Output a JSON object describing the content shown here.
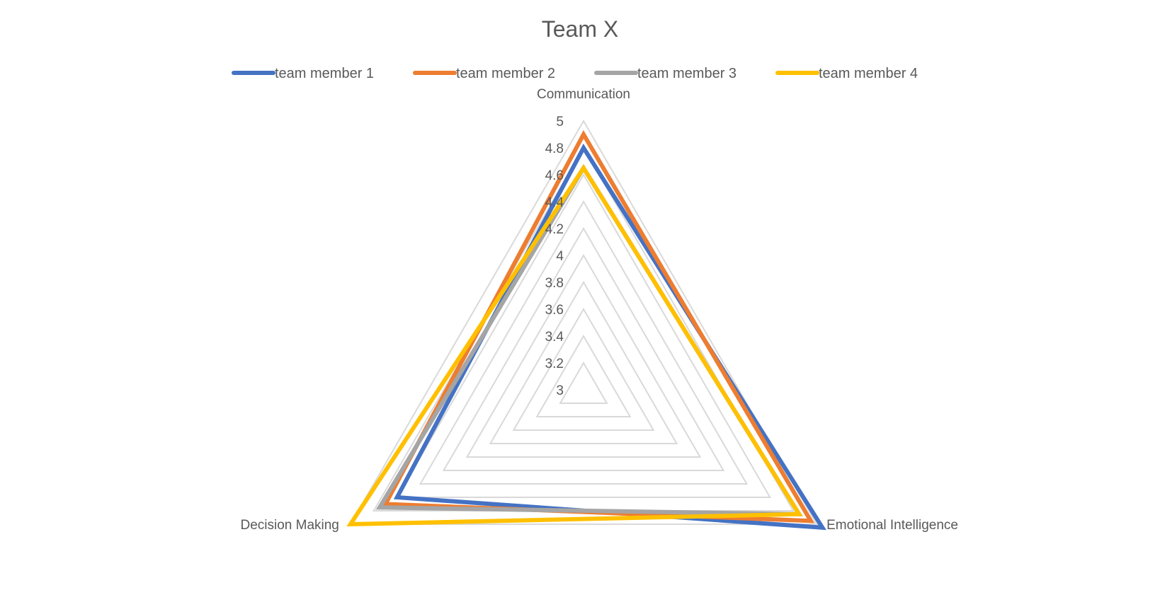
{
  "chart_data": {
    "type": "radar",
    "title": "Team X",
    "axes": [
      "Communication",
      "Emotional Intelligence",
      "Decision Making"
    ],
    "rlim": [
      3,
      5
    ],
    "ticks": [
      "3",
      "3.2",
      "3.4",
      "3.6",
      "3.8",
      "4",
      "4.2",
      "4.4",
      "4.6",
      "4.8",
      "5"
    ],
    "legend_position": "top",
    "grid": true,
    "series": [
      {
        "name": "team member 1",
        "color": "#4472C4",
        "values": [
          4.8,
          5.05,
          4.6
        ]
      },
      {
        "name": "team member 2",
        "color": "#ED7D31",
        "values": [
          4.9,
          4.95,
          4.7
        ]
      },
      {
        "name": "team member 3",
        "color": "#A5A5A5",
        "values": [
          4.65,
          4.85,
          4.75
        ]
      },
      {
        "name": "team member 4",
        "color": "#FFC000",
        "values": [
          4.65,
          4.85,
          5.0
        ]
      }
    ]
  }
}
